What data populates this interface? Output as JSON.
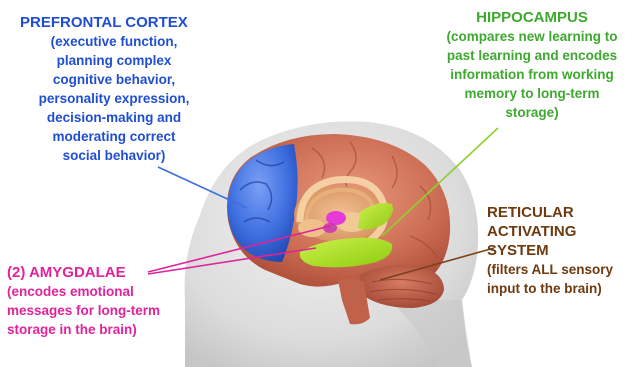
{
  "labels": {
    "prefrontal": {
      "title": "PREFRONTAL CORTEX",
      "lines": [
        "(executive function,",
        "planning complex",
        "cognitive behavior,",
        "personality expression,",
        "decision-making and",
        "moderating correct",
        "social behavior)"
      ],
      "color": "#1f4ed1"
    },
    "hippocampus": {
      "title": "HIPPOCAMPUS",
      "lines": [
        "(compares new learning to",
        "past learning and encodes",
        "information from working",
        "memory to long-term",
        "storage)"
      ],
      "color": "#3ea82f"
    },
    "reticular": {
      "title_lines": [
        "RETICULAR",
        "ACTIVATING",
        "SYSTEM"
      ],
      "lines": [
        "(filters ALL sensory",
        "input to the brain)"
      ],
      "color": "#6e3a10"
    },
    "amygdalae": {
      "title": "(2) AMYGDALAE",
      "lines": [
        "(encodes emotional",
        "messages for long-term",
        "storage in the brain)"
      ],
      "color": "#e0239a"
    }
  },
  "colors": {
    "head": "#d9d9d9",
    "brain": "#c0614a",
    "frontal_lobe": "#3d6fe0",
    "cerebellum": "#b5533c",
    "limbic": "#e8a66a",
    "hippocampus_region": "#a6e01e",
    "amygdala_region": "#e63ad6"
  }
}
